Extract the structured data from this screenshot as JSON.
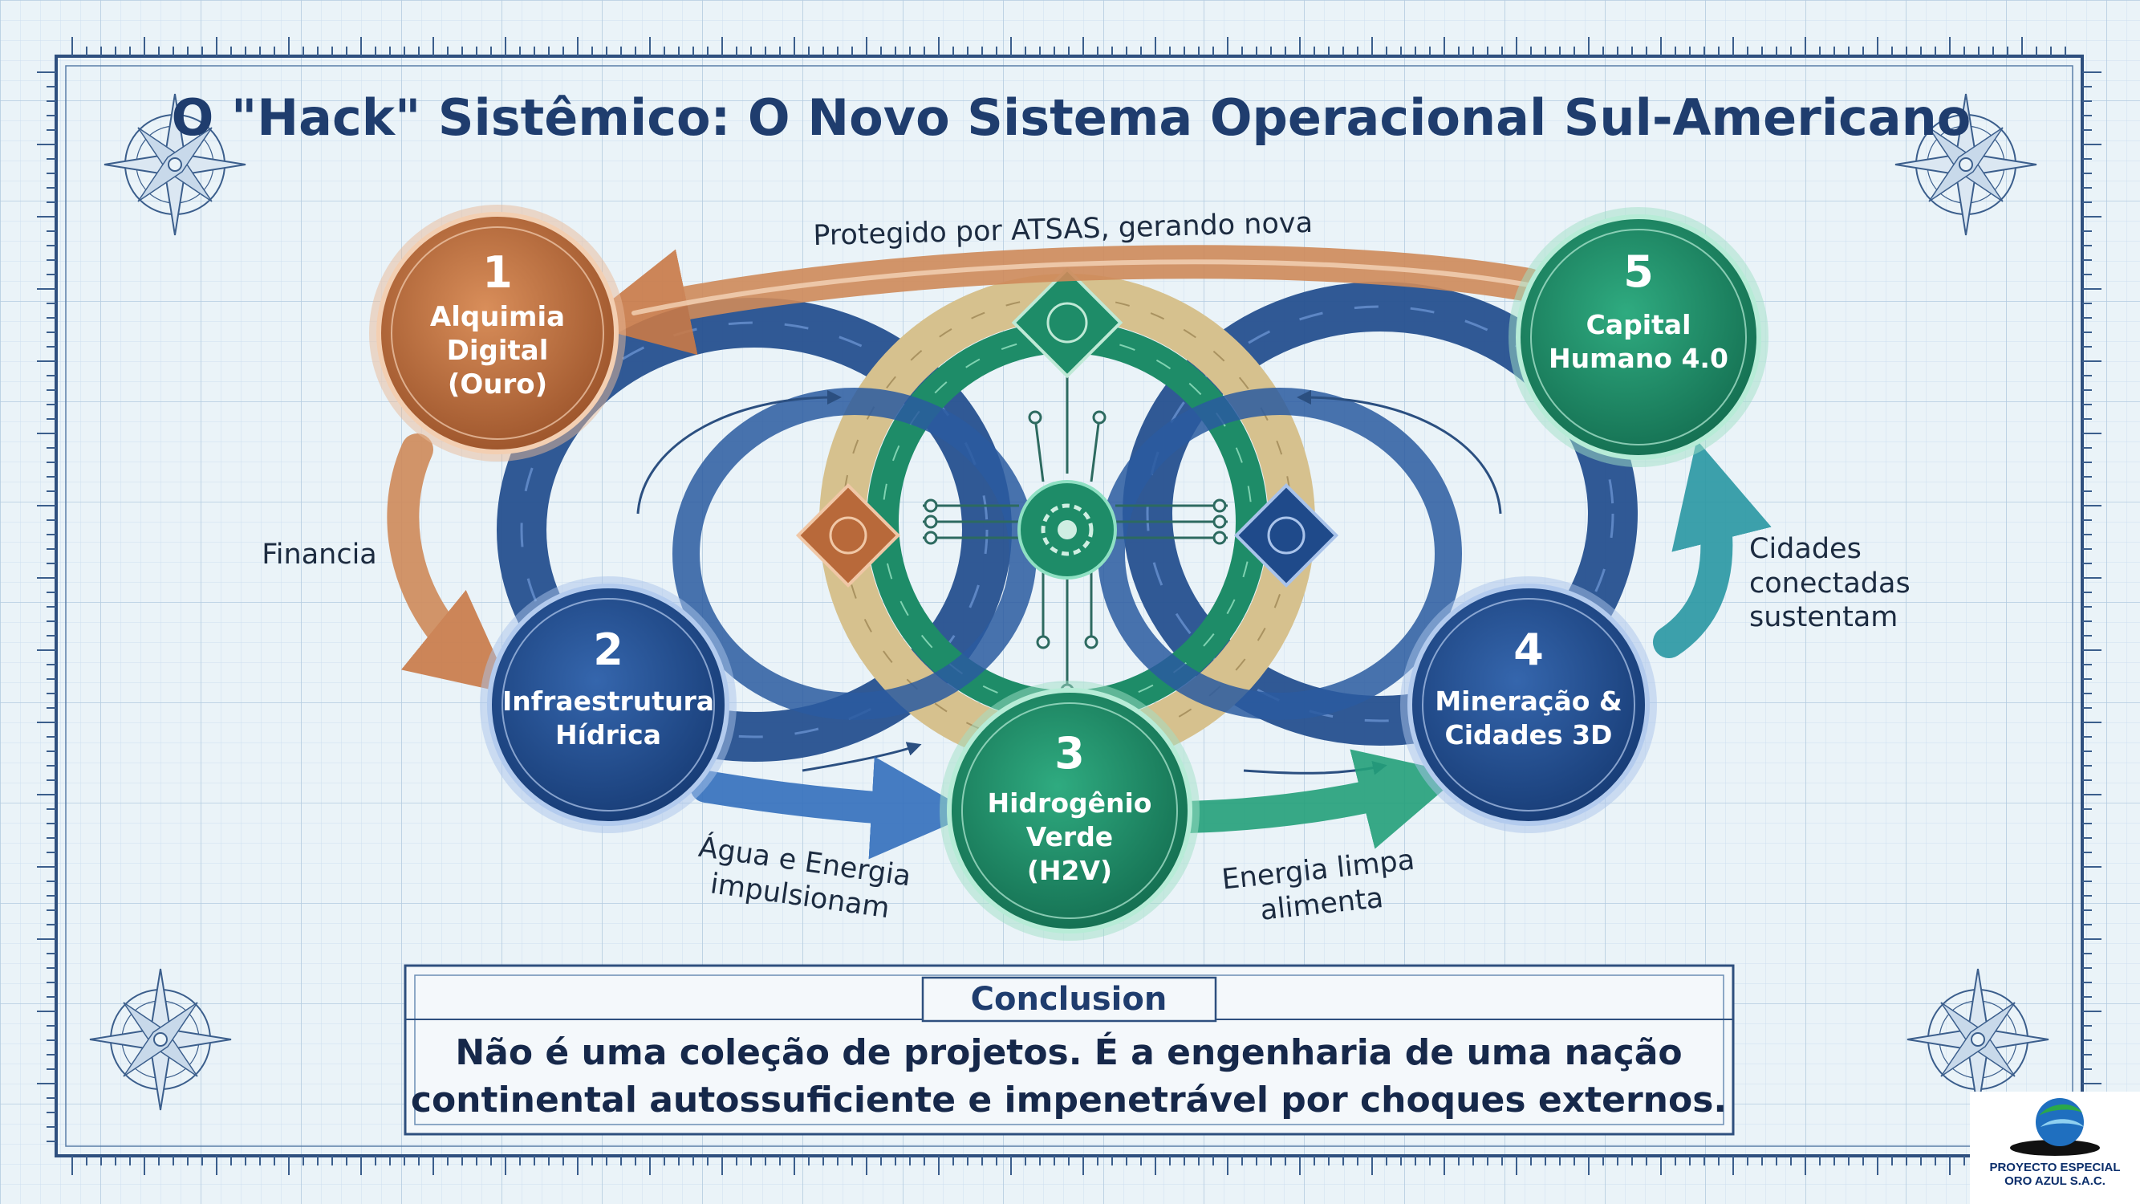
{
  "title": "O \"Hack\" Sistêmico: O Novo Sistema Operacional Sul-Americano",
  "nodes": [
    {
      "number": "1",
      "lines": [
        "Alquimia",
        "Digital",
        "(Ouro)"
      ]
    },
    {
      "number": "2",
      "lines": [
        "Infraestrutura",
        "Hídrica"
      ]
    },
    {
      "number": "3",
      "lines": [
        "Hidrogênio",
        "Verde",
        "(H2V)"
      ]
    },
    {
      "number": "4",
      "lines": [
        "Mineração &",
        "Cidades 3D"
      ]
    },
    {
      "number": "5",
      "lines": [
        "Capital",
        "Humano 4.0"
      ]
    }
  ],
  "edges": {
    "protected": "Protegido por ATSAS, gerando nova",
    "finances": "Financia",
    "water_energy": [
      "Água e Energia",
      "impulsionam"
    ],
    "clean_energy": [
      "Energia limpa",
      "alimenta"
    ],
    "cities": [
      "Cidades",
      "conectadas",
      "sustentam"
    ]
  },
  "conclusion": {
    "heading": "Conclusion",
    "lines": [
      "Não é uma coleção de projetos. É a engenharia de uma nação",
      "continental autossuficiente e impenetrável por choques externos."
    ]
  },
  "logo": {
    "lines": [
      "PROYECTO ESPECIAL",
      "ORO AZUL S.A.C."
    ]
  },
  "colors": {
    "background": "#eaf3f8",
    "grid": "#c5d9e8",
    "blueprint": "#3a5f8f",
    "title": "#1f3d6e",
    "copper": "#b8693a",
    "navy": "#1f4a8a",
    "green": "#1e8c68",
    "sand": "#d9c391"
  }
}
